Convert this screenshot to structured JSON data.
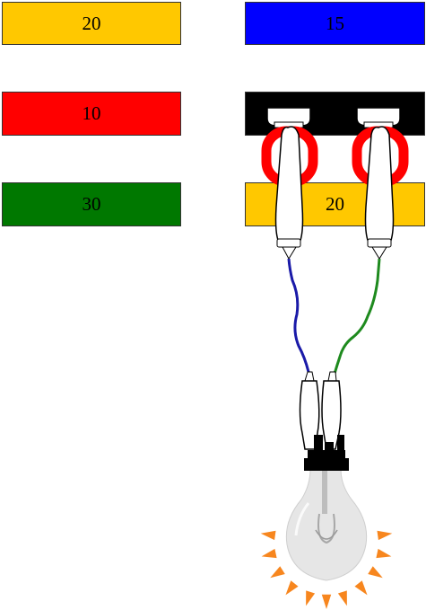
{
  "blocks": [
    {
      "id": "b1",
      "value": "20",
      "color": "#FFC800"
    },
    {
      "id": "b2",
      "value": "15",
      "color": "#0000FF"
    },
    {
      "id": "b3",
      "value": "10",
      "color": "#FF0000"
    },
    {
      "id": "b4",
      "value": "",
      "color": "#000000"
    },
    {
      "id": "b5",
      "value": "30",
      "color": "#007800"
    },
    {
      "id": "b6",
      "value": "20",
      "color": "#FFC800"
    }
  ],
  "wires": {
    "left_color": "#1a1aa8",
    "right_color": "#1e8a1e"
  },
  "clip_color": "#FF0000",
  "bulb": {
    "glass_color": "#e6e6e6",
    "ray_color": "#F7861E"
  }
}
